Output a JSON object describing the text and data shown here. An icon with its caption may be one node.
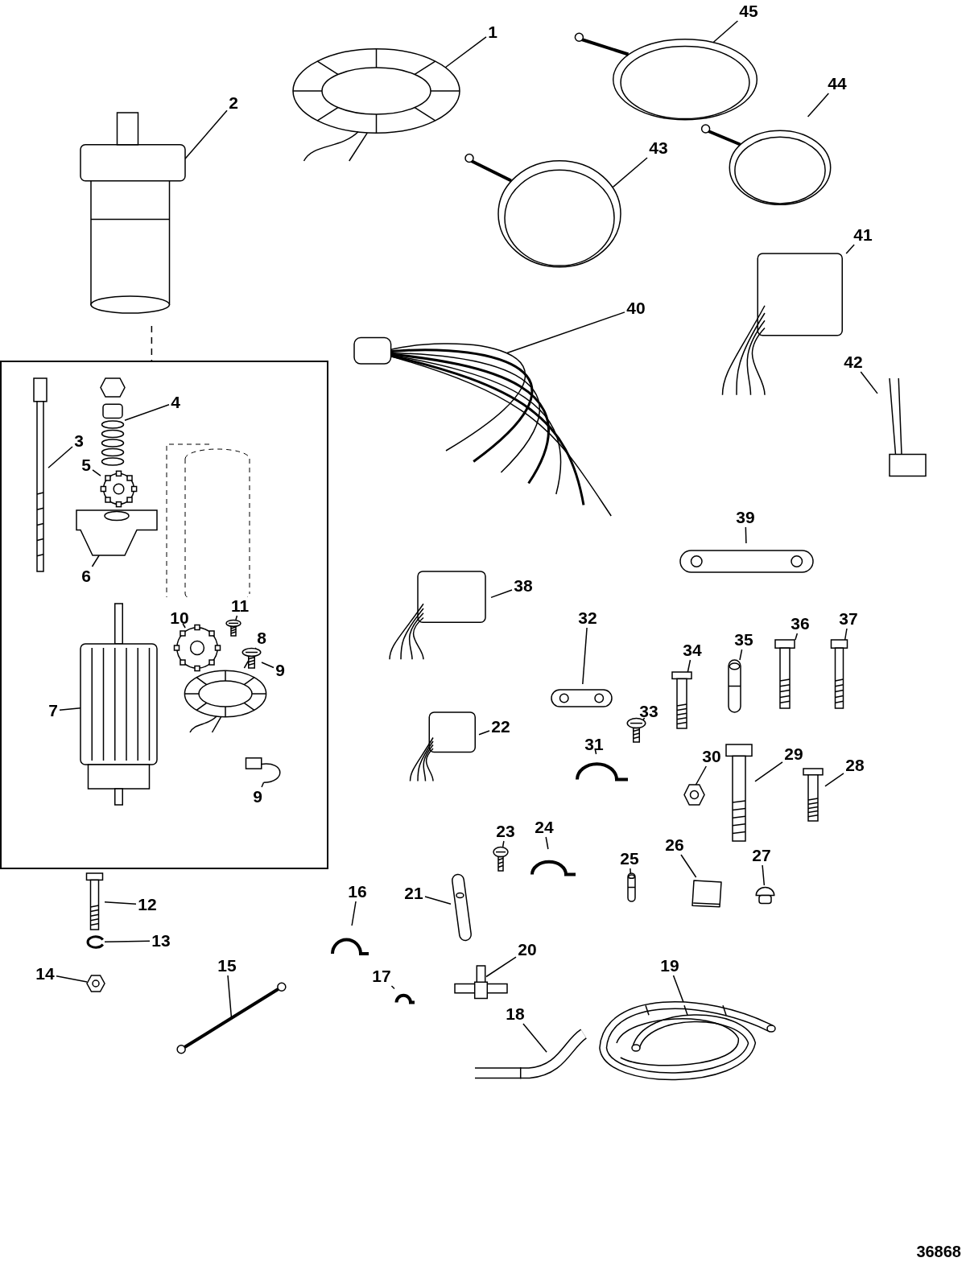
{
  "diagram": {
    "nodes": [
      {
        "text": [],
        "shape": "box"
      },
      {
        "text": [
          "1"
        ]
      },
      {
        "text": [],
        "shape": "picture"
      },
      {
        "text": [
          "2"
        ]
      },
      {
        "text": [],
        "shape": "picture"
      },
      {
        "text": [
          "3"
        ],
        "in": 0
      },
      {
        "text": [],
        "shape": "picture",
        "in": 0
      },
      {
        "text": [
          "4"
        ],
        "in": 0
      },
      {
        "text": [],
        "shape": "picture",
        "in": 0
      },
      {
        "text": [
          "5"
        ],
        "in": 0
      },
      {
        "text": [],
        "shape": "picture",
        "in": 0
      },
      {
        "text": [
          "6"
        ],
        "in": 0
      },
      {
        "text": [],
        "shape": "picture",
        "in": 0
      },
      {
        "text": [
          "7"
        ],
        "in": 0
      },
      {
        "text": [],
        "shape": "picture",
        "in": 0
      },
      {
        "text": [
          "8"
        ],
        "in": 0
      },
      {
        "text": [],
        "shape": "picture",
        "in": 0
      },
      {
        "text": [
          "9"
        ],
        "in": 0
      },
      {
        "text": [],
        "shape": "picture",
        "in": 0
      },
      {
        "text": [
          "9"
        ],
        "in": 0
      },
      {
        "text": [],
        "shape": "picture",
        "in": 0
      },
      {
        "text": [
          "10"
        ],
        "in": 0
      },
      {
        "text": [],
        "shape": "picture",
        "in": 0
      },
      {
        "text": [
          "11"
        ],
        "in": 0
      },
      {
        "text": [],
        "shape": "picture",
        "in": 0
      },
      {
        "text": [
          "12"
        ]
      },
      {
        "text": [],
        "shape": "picture"
      },
      {
        "text": [
          "13"
        ]
      },
      {
        "text": [],
        "shape": "picture"
      },
      {
        "text": [
          "14"
        ]
      },
      {
        "text": [],
        "shape": "picture"
      },
      {
        "text": [
          "15"
        ]
      },
      {
        "text": [],
        "shape": "picture"
      },
      {
        "text": [
          "16"
        ]
      },
      {
        "text": [],
        "shape": "picture"
      },
      {
        "text": [
          "17"
        ]
      },
      {
        "text": [],
        "shape": "picture"
      },
      {
        "text": [
          "18"
        ]
      },
      {
        "text": [],
        "shape": "picture"
      },
      {
        "text": [
          "19"
        ]
      },
      {
        "text": [],
        "shape": "picture"
      },
      {
        "text": [
          "20"
        ]
      },
      {
        "text": [],
        "shape": "picture"
      },
      {
        "text": [
          "21"
        ]
      },
      {
        "text": [],
        "shape": "picture"
      },
      {
        "text": [
          "22"
        ]
      },
      {
        "text": [],
        "shape": "picture"
      },
      {
        "text": [
          "23"
        ]
      },
      {
        "text": [],
        "shape": "picture"
      },
      {
        "text": [
          "24"
        ]
      },
      {
        "text": [],
        "shape": "picture"
      },
      {
        "text": [
          "25"
        ]
      },
      {
        "text": [],
        "shape": "picture"
      },
      {
        "text": [
          "26"
        ]
      },
      {
        "text": [],
        "shape": "picture"
      },
      {
        "text": [
          "27"
        ]
      },
      {
        "text": [],
        "shape": "picture"
      },
      {
        "text": [
          "28"
        ]
      },
      {
        "text": [],
        "shape": "picture"
      },
      {
        "text": [
          "29"
        ]
      },
      {
        "text": [],
        "shape": "picture"
      },
      {
        "text": [
          "30"
        ]
      },
      {
        "text": [],
        "shape": "picture"
      },
      {
        "text": [
          "31"
        ]
      },
      {
        "text": [],
        "shape": "picture"
      },
      {
        "text": [
          "32"
        ]
      },
      {
        "text": [],
        "shape": "picture"
      },
      {
        "text": [
          "33"
        ]
      },
      {
        "text": [],
        "shape": "picture"
      },
      {
        "text": [
          "34"
        ]
      },
      {
        "text": [],
        "shape": "picture"
      },
      {
        "text": [
          "35"
        ]
      },
      {
        "text": [],
        "shape": "picture"
      },
      {
        "text": [
          "36"
        ]
      },
      {
        "text": [],
        "shape": "picture"
      },
      {
        "text": [
          "37"
        ]
      },
      {
        "text": [],
        "shape": "picture"
      },
      {
        "text": [
          "38"
        ]
      },
      {
        "text": [],
        "shape": "picture"
      },
      {
        "text": [
          "39"
        ]
      },
      {
        "text": [],
        "shape": "picture"
      },
      {
        "text": [
          "40"
        ]
      },
      {
        "text": [],
        "shape": "picture"
      },
      {
        "text": [
          "41"
        ]
      },
      {
        "text": [],
        "shape": "picture"
      },
      {
        "text": [
          "42"
        ]
      },
      {
        "text": [],
        "shape": "picture"
      },
      {
        "text": [
          "43"
        ]
      },
      {
        "text": [],
        "shape": "picture"
      },
      {
        "text": [
          "44"
        ]
      },
      {
        "text": [],
        "shape": "picture"
      },
      {
        "text": [
          "45"
        ]
      },
      {
        "text": [],
        "shape": "picture"
      }
    ],
    "edges": [
      {
        "from": 1,
        "to": 2,
        "arrow": "none"
      },
      {
        "from": 3,
        "to": 4,
        "arrow": "none"
      },
      {
        "from": 5,
        "to": 6,
        "arrow": "none"
      },
      {
        "from": 7,
        "to": 8,
        "arrow": "none"
      },
      {
        "from": 9,
        "to": 10,
        "arrow": "none"
      },
      {
        "from": 11,
        "to": 12,
        "arrow": "none"
      },
      {
        "from": 13,
        "to": 14,
        "arrow": "none"
      },
      {
        "from": 15,
        "to": 16,
        "arrow": "none"
      },
      {
        "from": 17,
        "to": 18,
        "arrow": "none"
      },
      {
        "from": 19,
        "to": 20,
        "arrow": "none"
      },
      {
        "from": 21,
        "to": 22,
        "arrow": "none"
      },
      {
        "from": 23,
        "to": 24,
        "arrow": "none"
      },
      {
        "from": 25,
        "to": 26,
        "arrow": "none"
      },
      {
        "from": 27,
        "to": 28,
        "arrow": "none"
      },
      {
        "from": 29,
        "to": 30,
        "arrow": "none"
      },
      {
        "from": 31,
        "to": 32,
        "arrow": "none"
      },
      {
        "from": 33,
        "to": 34,
        "arrow": "none"
      },
      {
        "from": 35,
        "to": 36,
        "arrow": "none"
      },
      {
        "from": 37,
        "to": 38,
        "arrow": "none"
      },
      {
        "from": 39,
        "to": 40,
        "arrow": "none"
      },
      {
        "from": 41,
        "to": 42,
        "arrow": "none"
      },
      {
        "from": 43,
        "to": 44,
        "arrow": "none"
      },
      {
        "from": 45,
        "to": 46,
        "arrow": "none"
      },
      {
        "from": 47,
        "to": 48,
        "arrow": "none"
      },
      {
        "from": 49,
        "to": 50,
        "arrow": "none"
      },
      {
        "from": 51,
        "to": 52,
        "arrow": "none"
      },
      {
        "from": 53,
        "to": 54,
        "arrow": "none"
      },
      {
        "from": 55,
        "to": 56,
        "arrow": "none"
      },
      {
        "from": 57,
        "to": 58,
        "arrow": "none"
      },
      {
        "from": 59,
        "to": 60,
        "arrow": "none"
      },
      {
        "from": 61,
        "to": 62,
        "arrow": "none"
      },
      {
        "from": 63,
        "to": 64,
        "arrow": "none"
      },
      {
        "from": 65,
        "to": 66,
        "arrow": "none"
      },
      {
        "from": 67,
        "to": 68,
        "arrow": "none"
      },
      {
        "from": 69,
        "to": 70,
        "arrow": "none"
      },
      {
        "from": 71,
        "to": 72,
        "arrow": "none"
      },
      {
        "from": 73,
        "to": 74,
        "arrow": "none"
      },
      {
        "from": 75,
        "to": 76,
        "arrow": "none"
      },
      {
        "from": 77,
        "to": 78,
        "arrow": "none"
      },
      {
        "from": 79,
        "to": 80,
        "arrow": "none"
      },
      {
        "from": 81,
        "to": 82,
        "arrow": "none"
      },
      {
        "from": 83,
        "to": 84,
        "arrow": "none"
      },
      {
        "from": 85,
        "to": 86,
        "arrow": "none"
      },
      {
        "from": 87,
        "to": 88,
        "arrow": "none"
      },
      {
        "from": 89,
        "to": 90,
        "arrow": "none"
      },
      {
        "from": 91,
        "to": 92,
        "arrow": "none"
      },
      {
        "from": 4,
        "to": 0,
        "arrow": "none",
        "style": "dashed"
      }
    ],
    "labels": [
      "36868"
    ]
  }
}
